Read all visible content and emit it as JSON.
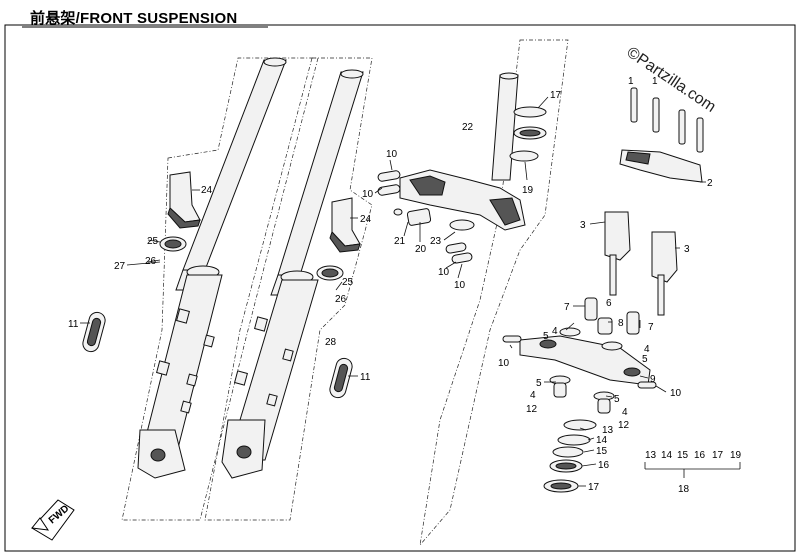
{
  "title": "前悬架/FRONT SUSPENSION",
  "watermark": "©Partzilla.com",
  "direction_label": "FWD",
  "callouts": {
    "c1a": "1",
    "c1b": "1",
    "c2": "2",
    "c3a": "3",
    "c3b": "3",
    "c4a": "4",
    "c4b": "4",
    "c4c": "4",
    "c4d": "4",
    "c5a": "5",
    "c5b": "5",
    "c5c": "5",
    "c5d": "5",
    "c6": "6",
    "c7a": "7",
    "c7b": "7",
    "c8": "8",
    "c9": "9",
    "c10a": "10",
    "c10b": "10",
    "c10c": "10",
    "c10d": "10",
    "c10e": "10",
    "c11a": "11",
    "c11b": "11",
    "c12a": "12",
    "c12b": "12",
    "c13": "13",
    "c14": "14",
    "c15": "15",
    "c16": "16",
    "c17a": "17",
    "c17b": "17",
    "c19": "19",
    "c20": "20",
    "c21": "21",
    "c22": "22",
    "c23": "23",
    "c24a": "24",
    "c24b": "24",
    "c25a": "25",
    "c25b": "25",
    "c26a": "26",
    "c26b": "26",
    "c27": "27",
    "c28": "28",
    "k13": "13",
    "k14": "14",
    "k15": "15",
    "k16": "16",
    "k17": "17",
    "k19": "19",
    "k18": "18"
  }
}
